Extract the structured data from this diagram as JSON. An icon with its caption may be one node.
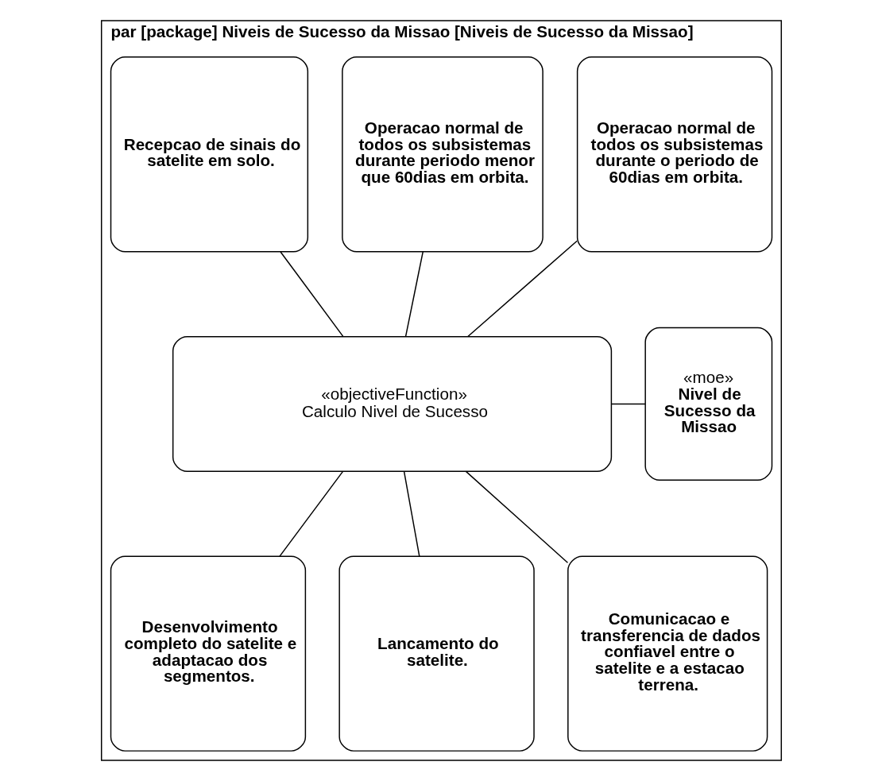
{
  "diagram": {
    "nodes": [
      {
        "text": [
          "par [package] Niveis de Sucesso da Missao [Niveis de Sucesso da Missao]"
        ]
      },
      {
        "text": [
          "Operacao normal de todos os subsistemas durante o periodo de 60dias em orbita."
        ],
        "in": 0
      },
      {
        "text": [
          "Operacao normal de todos os subsistemas durante periodo menor que 60dias em orbita."
        ],
        "in": 0
      },
      {
        "text": [
          "Recepcao de sinais do satelite em solo."
        ],
        "in": 0
      },
      {
        "text": [
          "«objectiveFunction»",
          "Calculo Nivel de Sucesso"
        ],
        "in": 0
      },
      {
        "text": [
          "«moe»",
          "Nivel de Sucesso da Missao"
        ],
        "in": 0
      },
      {
        "text": [
          "Desenvolvimento completo do satelite e adaptacao dos segmentos."
        ],
        "in": 0
      },
      {
        "text": [
          "Lancamento do satelite."
        ],
        "in": 0
      },
      {
        "text": [
          "Comunicacao e transferencia de dados confiavel entre o satelite e a estacao terrena."
        ],
        "in": 0
      }
    ],
    "edges": [
      {
        "from": 1,
        "to": 4,
        "arrow": "none"
      },
      {
        "from": 2,
        "to": 4,
        "arrow": "none"
      },
      {
        "from": 3,
        "to": 4,
        "arrow": "none"
      },
      {
        "from": 4,
        "to": 5,
        "arrow": "none"
      },
      {
        "from": 4,
        "to": 6,
        "arrow": "none"
      },
      {
        "from": 4,
        "to": 7,
        "arrow": "none"
      },
      {
        "from": 4,
        "to": 8,
        "arrow": "none"
      }
    ]
  }
}
